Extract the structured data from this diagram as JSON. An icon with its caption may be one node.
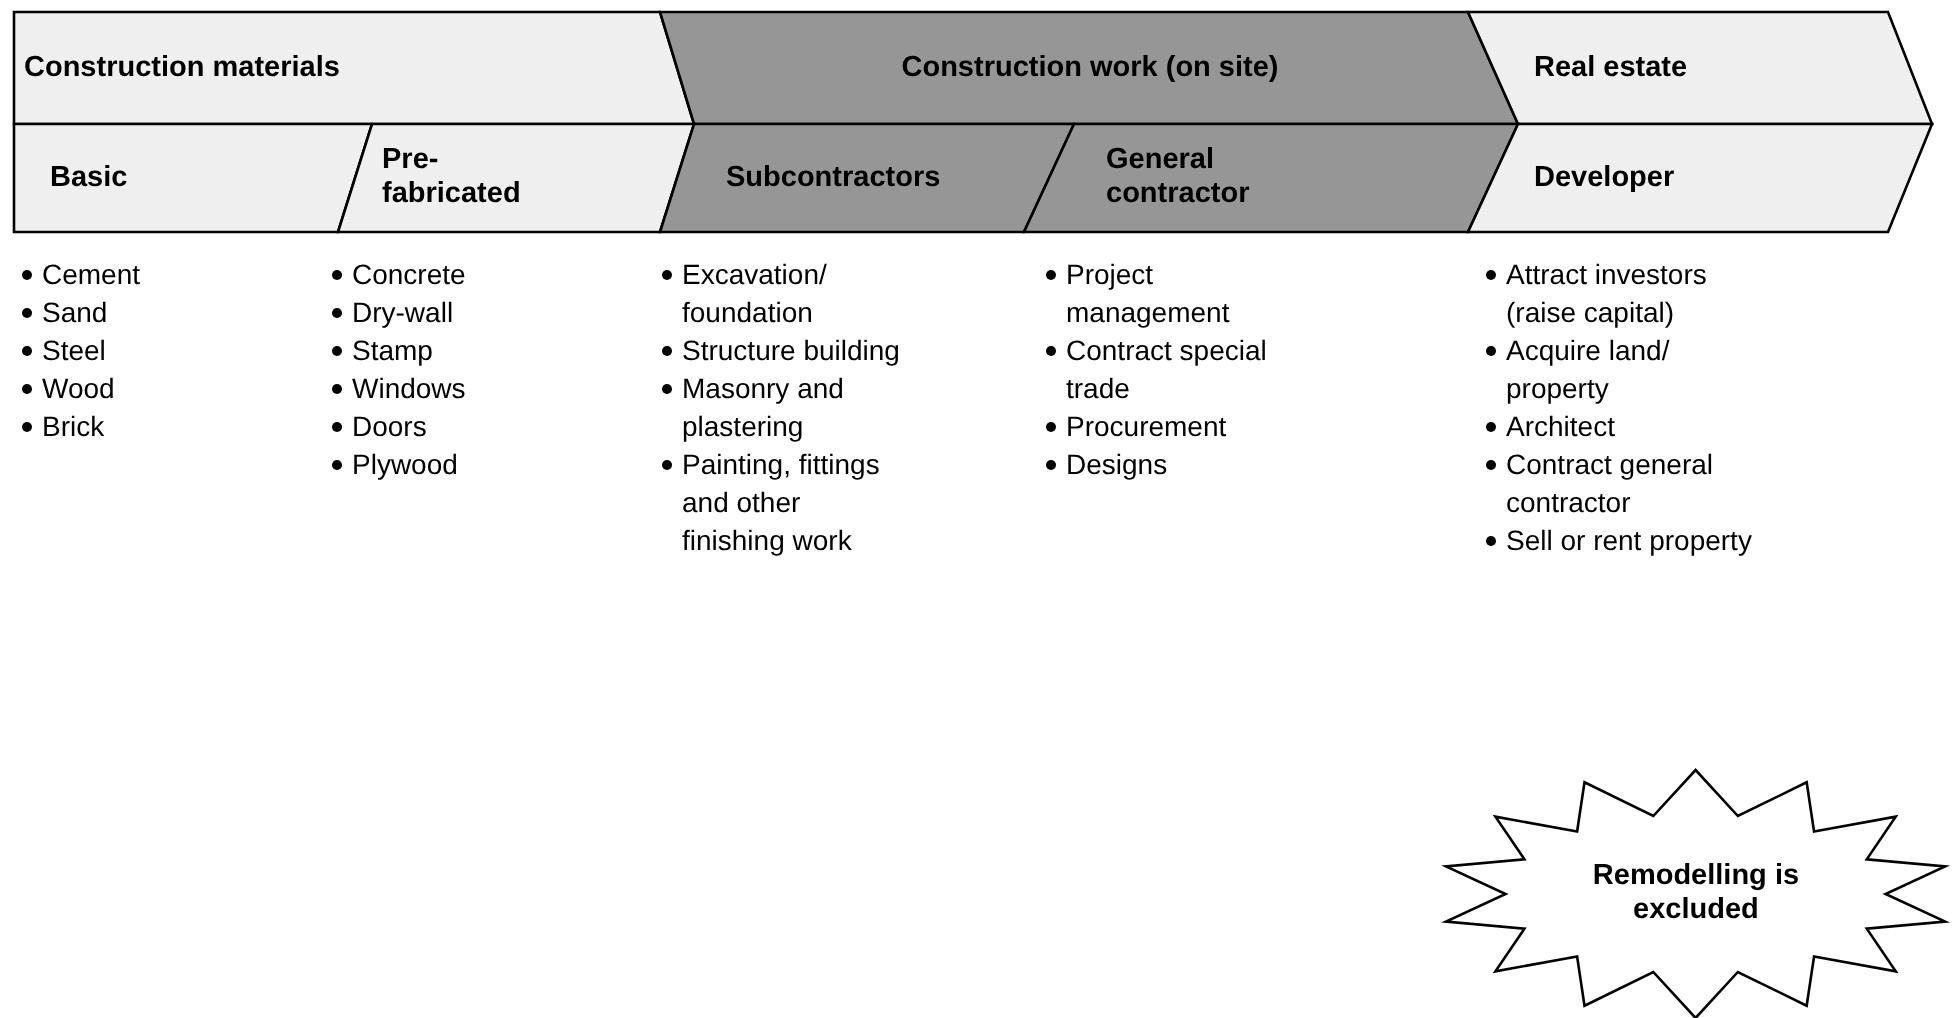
{
  "diagram": {
    "nodes": [
      {
        "text": [
          "Construction materials"
        ]
      },
      {
        "text": [
          "Construction work (on site)"
        ]
      },
      {
        "text": [
          "Real estate"
        ]
      },
      {
        "text": [
          "Basic"
        ],
        "beside": [
          "Cement",
          "Sand",
          "Steel",
          "Wood",
          "Brick"
        ]
      },
      {
        "text": [
          "Pre-fabricated"
        ],
        "beside": [
          "Concrete",
          "Dry-wall",
          "Stamp",
          "Windows",
          "Doors",
          "Plywood"
        ]
      },
      {
        "text": [
          "Subcontractors"
        ],
        "beside": [
          "Excavation/ foundation",
          "Structure building",
          "Masonry and plastering",
          "Painting, fittings and other finishing work"
        ]
      },
      {
        "text": [
          "General contractor"
        ],
        "beside": [
          "Project management",
          "Contract special trade",
          "Procurement",
          "Designs"
        ]
      },
      {
        "text": [
          "Developer"
        ],
        "beside": [
          "Attract investors (raise capital)",
          "Acquire land/ property",
          "Architect",
          "Contract general contractor",
          "Sell or rent property"
        ]
      },
      {
        "text": [
          "Remodelling is excluded"
        ]
      }
    ],
    "edges": []
  }
}
